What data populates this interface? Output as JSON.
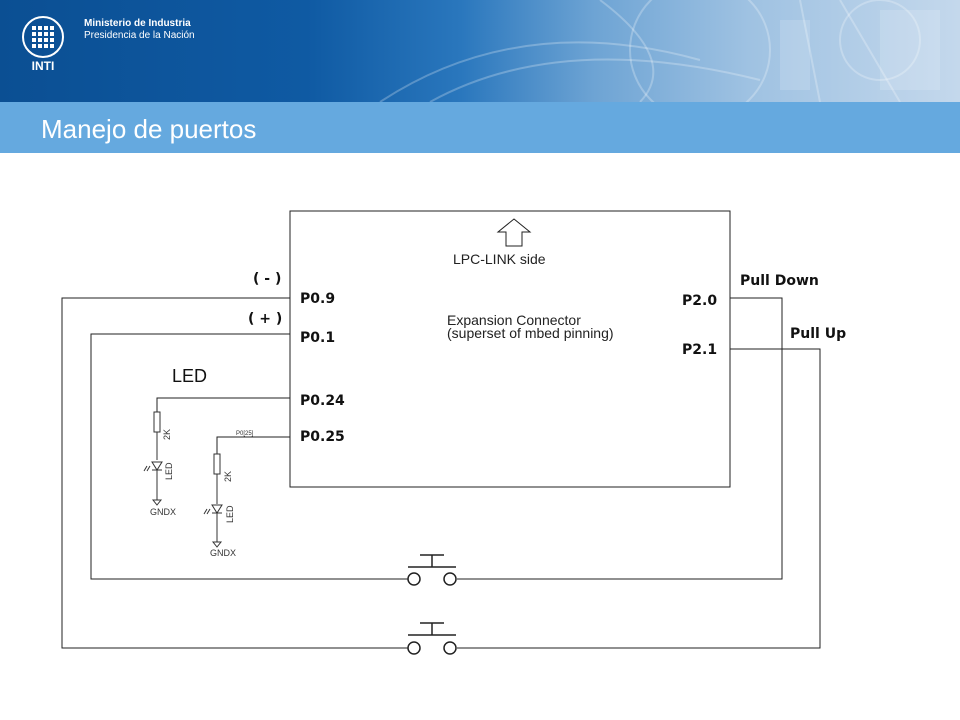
{
  "header": {
    "ministry_line1": "Ministerio de Industria",
    "ministry_line2": "Presidencia de la Nación",
    "logo_text": "INTI"
  },
  "slide": {
    "title": "Manejo de puertos"
  },
  "diagram": {
    "connector_side": "LPC-LINK side",
    "connector_name": "Expansion Connector",
    "connector_note": "(superset of mbed pinning)",
    "pins_left": [
      "P0.9",
      "P0.1",
      "P0.24",
      "P0.25"
    ],
    "pins_right": [
      "P2.0",
      "P2.1"
    ],
    "polarity_minus": "( - )",
    "polarity_plus": "( + )",
    "pull_down": "Pull Down",
    "pull_up": "Pull Up",
    "led_title": "LED",
    "resistor_value": "2K",
    "led_label": "LED",
    "ground_label": "GNDX",
    "net_label": "P0[25]"
  }
}
